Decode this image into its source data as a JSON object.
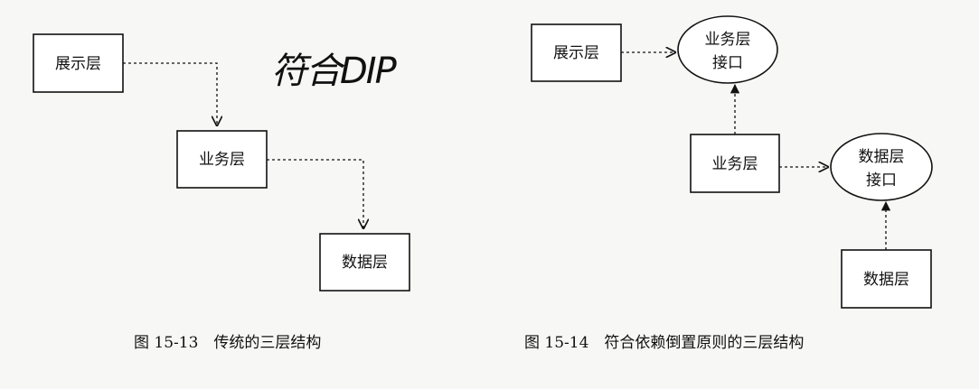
{
  "left": {
    "presentation": "展示层",
    "business": "业务层",
    "data": "数据层",
    "handwritten_note": "符合DIP",
    "caption": "图 15-13　传统的三层结构"
  },
  "right": {
    "presentation": "展示层",
    "business_interface_line1": "业务层",
    "business_interface_line2": "接口",
    "business": "业务层",
    "data_interface_line1": "数据层",
    "data_interface_line2": "接口",
    "data": "数据层",
    "caption": "图 15-14　符合依赖倒置原则的三层结构"
  }
}
